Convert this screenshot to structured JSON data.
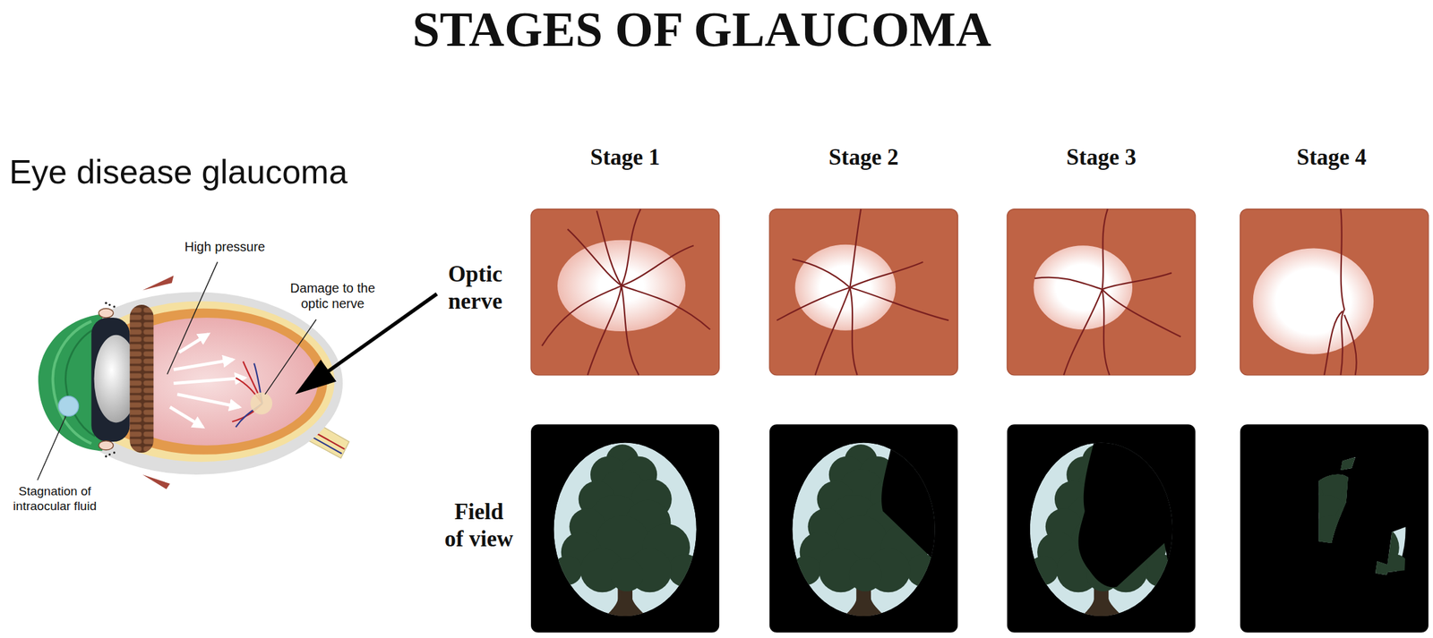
{
  "diagram": {
    "title": "STAGES OF GLAUCOMA",
    "labels": [
      "Eye disease glaucoma",
      "High pressure",
      "Damage to the optic nerve",
      "Stagnation of intraocular fluid",
      "Stage 1",
      "Stage 2",
      "Stage 3",
      "Stage 4",
      "Optic nerve",
      "Field of view"
    ]
  }
}
